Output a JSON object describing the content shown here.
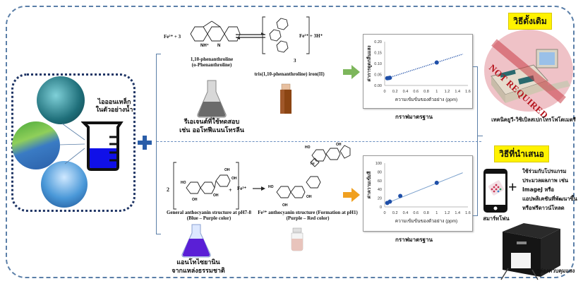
{
  "sample": {
    "label_line1": "ไอออนเหล็ก",
    "label_line2": "ในตัวอย่างน้ำ",
    "images": [
      "water-sampling-photo",
      "water-canal-illustration",
      "water-glass-photo"
    ]
  },
  "plus_symbol": "+",
  "top_reaction": {
    "reactant": "Fe²⁺ + 3",
    "reactant_ion": "NH⁺",
    "reactant_n": "N",
    "product_metal": "Fe²⁺ + 3H⁺",
    "product_subscript": "3",
    "reactant_name_line1": "1,10-phenanthroline",
    "reactant_name_line2": "(o-Phenanthroline)",
    "product_name": "tris(1,10-phenanthroline) iron(II)",
    "reagent_label_line1": "รีเอเจนต์ที่ใช้ทดสอบ",
    "reagent_label_line2": "เช่น ออโทฟีแนนโทรลีน",
    "colors": {
      "reagent_flask": "#6b6b6b",
      "product_vial": "#8b4513"
    }
  },
  "bottom_reaction": {
    "coefficient": "2",
    "plus": "+",
    "metal": "Fe³⁺",
    "reactant_name_line1": "General anthocyanin structure at pH7-8",
    "reactant_name_line2": "(Blue – Purple color)",
    "product_name_line1": "Fe³⁺ anthocyanin structure (Formation at pH1)",
    "product_name_line2": "(Purple – Red color)",
    "reagent_label_line1": "แอนโทไซยานิน",
    "reagent_label_line2": "จากแหล่งธรรมชาติ",
    "colors": {
      "reagent_flask": "#5a1fd6",
      "product_vial": "#e8c4bc"
    }
  },
  "arrows": {
    "top_color": "#7db65b",
    "bottom_color": "#f0a020"
  },
  "chart_data": [
    {
      "type": "scatter",
      "title": "",
      "caption": "กราฟมาตรฐาน",
      "xlabel": "ความเข้มข้นของตัวอย่าง (ppm)",
      "ylabel": "ค่าการดูดกลืนแสง",
      "x_ticks": [
        "0",
        "0.2",
        "0.4",
        "0.6",
        "0.8",
        "1",
        "1.2",
        "1.4",
        "1.6"
      ],
      "y_ticks": [
        "0.00",
        "0.05",
        "0.10",
        "0.15",
        "0.20"
      ],
      "xlim": [
        0,
        1.6
      ],
      "ylim": [
        0,
        0.2
      ],
      "points": [
        {
          "x": 0.05,
          "y": 0.033
        },
        {
          "x": 0.08,
          "y": 0.034
        },
        {
          "x": 0.1,
          "y": 0.035
        },
        {
          "x": 1.0,
          "y": 0.105
        }
      ],
      "trendline": {
        "style": "dotted",
        "x_range": [
          0.05,
          1.5
        ],
        "y_range": [
          0.033,
          0.143
        ]
      },
      "color": "#1f4fa8"
    },
    {
      "type": "scatter",
      "title": "",
      "caption": "กราฟมาตรฐาน",
      "xlabel": "ความเข้มข้นของตัวอย่าง (ppm)",
      "ylabel": "ค่าความเข้มสี",
      "x_ticks": [
        "0",
        "0.2",
        "0.4",
        "0.6",
        "0.8",
        "1",
        "1.2",
        "1.4",
        "1.6"
      ],
      "y_ticks": [
        "0",
        "20",
        "40",
        "60",
        "80",
        "100"
      ],
      "xlim": [
        0,
        1.6
      ],
      "ylim": [
        0,
        100
      ],
      "points": [
        {
          "x": 0.05,
          "y": 9
        },
        {
          "x": 0.1,
          "y": 12
        },
        {
          "x": 0.3,
          "y": 25
        },
        {
          "x": 1.0,
          "y": 55
        }
      ],
      "trendline": {
        "style": "solid",
        "x_range": [
          0.05,
          1.5
        ],
        "y_range": [
          9,
          78
        ]
      },
      "color": "#1f4fa8"
    }
  ],
  "traditional": {
    "badge": "วิธีดั้งเดิม",
    "stamp": "NOT REQUIRED",
    "label": "เทคนิคยูวี-วิซิเบิลสเปกโทรโฟโตเมตรี"
  },
  "proposed": {
    "badge": "วิธีที่นำเสนอ",
    "phone_label": "สมาร์ทโฟน",
    "plus": "+",
    "desc_lines": [
      "ใช้ร่วมกับโปรแกรม",
      "ประมวลผลภาพ เช่น",
      "ImageJ หรือ",
      "แอปพลิเคชันที่พัฒนาขึ้น",
      "หรือฟรีดาวน์โหลด"
    ],
    "lightbox_label": "กล่องควบคุมแสง"
  }
}
